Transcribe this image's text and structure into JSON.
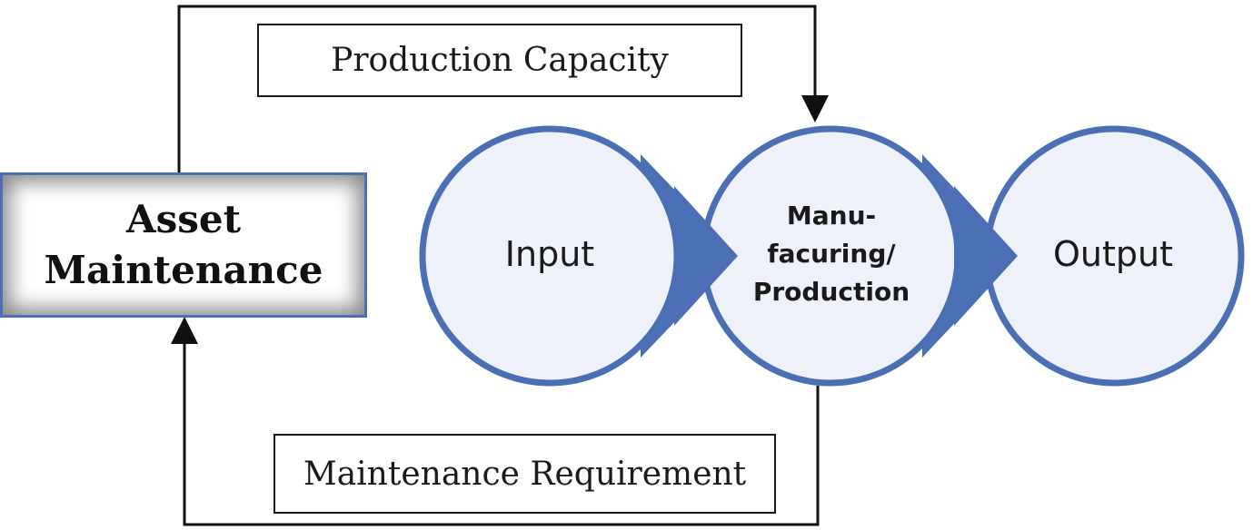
{
  "labels": {
    "production_capacity": "Production Capacity",
    "maintenance_requirement": "Maintenance Requirement"
  },
  "asset": {
    "line1": "Asset",
    "line2": "Maintenance"
  },
  "process": {
    "input": "Input",
    "manufacturing_line1": "Manu-",
    "manufacturing_line2": "facuring/",
    "manufacturing_line3": "Production",
    "output": "Output"
  },
  "colors": {
    "circle_fill": "#eef0fa",
    "circle_stroke": "#4a6fb5",
    "connector": "#4a6fb5",
    "arrow_line": "#111111",
    "asset_border": "#4a6fb5"
  }
}
